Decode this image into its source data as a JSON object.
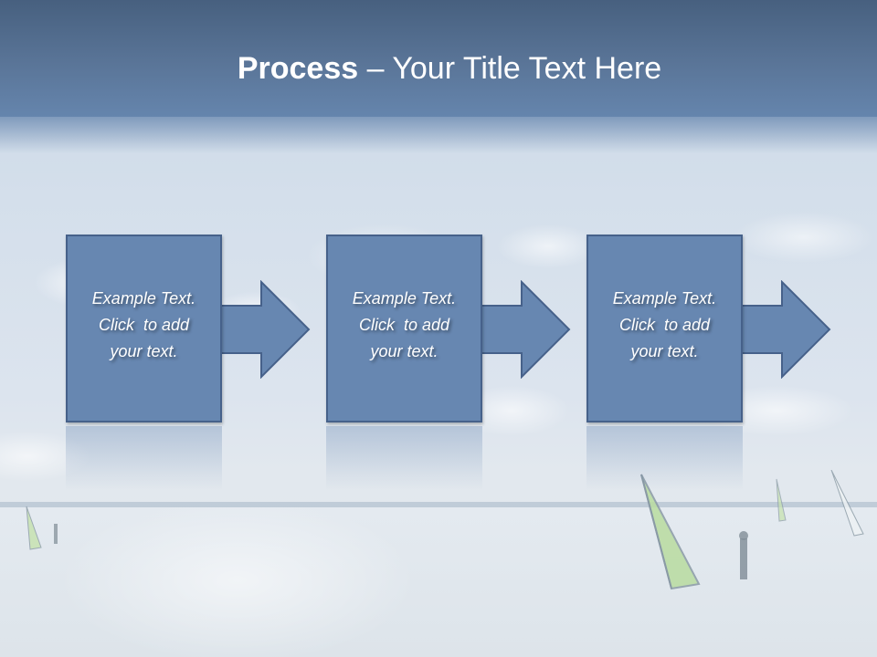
{
  "slide": {
    "title_bold": "Process",
    "title_rest": " – Your Title Text Here",
    "steps": [
      {
        "line1": "Example Text.",
        "line2": "Click  to add",
        "line3": "your text."
      },
      {
        "line1": "Example Text.",
        "line2": "Click  to add",
        "line3": "your text."
      },
      {
        "line1": "Example Text.",
        "line2": "Click  to add",
        "line3": "your text."
      }
    ],
    "colors": {
      "header": "#5a7598",
      "box_fill": "#6787b1",
      "box_border": "#46618a",
      "text": "#ffffff"
    }
  }
}
